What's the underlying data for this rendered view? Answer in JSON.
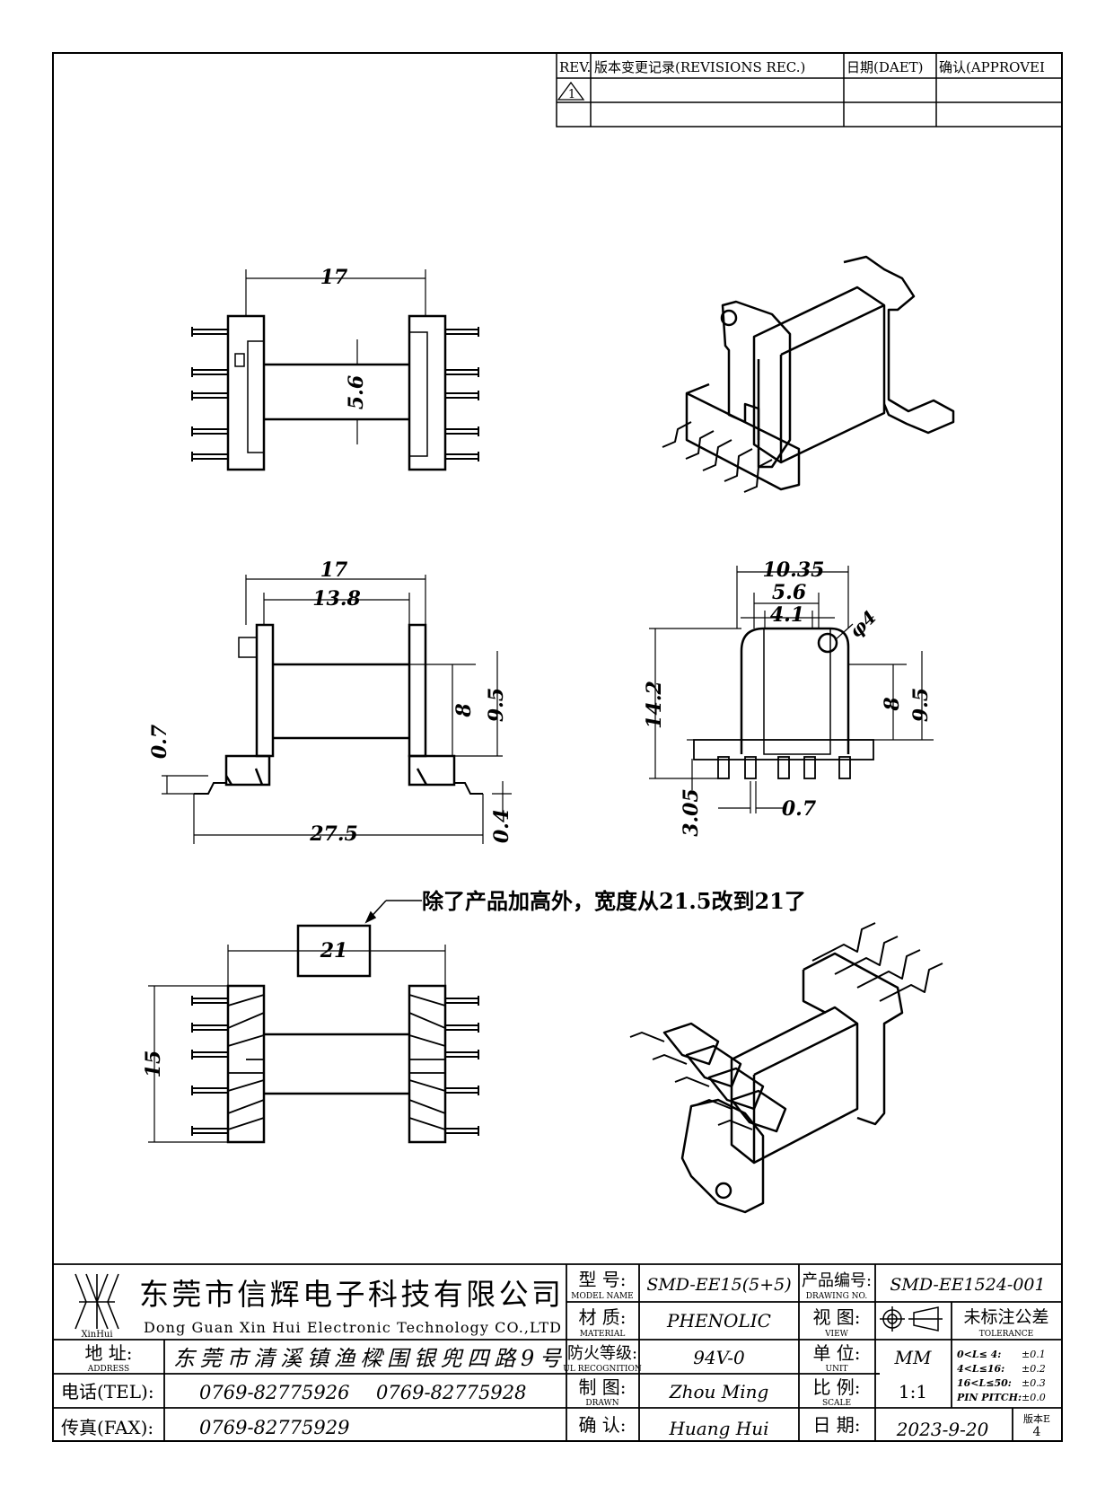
{
  "revisions": {
    "headers": [
      "REV.",
      "版本变更记录(REVISIONS REC.)",
      "日期(DAET)",
      "确认(APPROVEI"
    ],
    "rows": [
      {
        "rev": "1",
        "desc": "",
        "date": "",
        "approve": ""
      },
      {
        "rev": "",
        "desc": "",
        "date": "",
        "approve": ""
      }
    ]
  },
  "dimensions": {
    "top_width": "17",
    "top_gap": "5.6",
    "side_width": "17",
    "side_inner": "13.8",
    "side_h1": "8",
    "side_h2": "9.5",
    "side_off": "0.7",
    "side_base": "27.5",
    "side_foot": "0.4",
    "front_w1": "10.35",
    "front_w2": "5.6",
    "front_w3": "4.1",
    "front_hole": "φ4",
    "front_h": "14.2",
    "front_h1": "8",
    "front_h2": "9.5",
    "front_pin_h": "3.05",
    "front_pin_w": "0.7",
    "bottom_width": "21",
    "bottom_height": "15"
  },
  "note": "除了产品加高外，宽度从21.5改到21了",
  "title_block": {
    "company_cn": "东莞市信辉电子科技有限公司",
    "company_en": "Dong Guan Xin Hui Electronic Technology CO.,LTD",
    "logo_text": "XinHui",
    "address_label": "地  址:",
    "address_label_en": "ADDRESS",
    "address": "东莞市清溪镇渔樑围银兜四路9号",
    "tel_label": "电话(TEL):",
    "tel1": "0769-82775926",
    "tel2": "0769-82775928",
    "fax_label": "传真(FAX):",
    "fax": "0769-82775929",
    "model_label": "型  号:",
    "model_label_en": "MODEL NAME",
    "model": "SMD-EE15(5+5)",
    "material_label": "材  质:",
    "material_label_en": "MATERIAL",
    "material": "PHENOLIC",
    "ul_label": "防火等级:",
    "ul_label_en": "UL RECOGNITION",
    "ul": "94V-0",
    "drawn_label": "制  图:",
    "drawn_label_en": "DRAWN",
    "drawn": "Zhou Ming",
    "check_label": "确  认:",
    "check": "Huang Hui",
    "drawing_no_label": "产品编号:",
    "drawing_no_label_en": "DRAWING NO.",
    "drawing_no": "SMD-EE1524-001",
    "view_label": "视  图:",
    "view_label_en": "VIEW",
    "unit_label": "单  位:",
    "unit_label_en": "UNIT",
    "unit": "MM",
    "scale_label": "比  例:",
    "scale_label_en": "SCALE",
    "scale": "1:1",
    "date_label": "日  期:",
    "date": "2023-9-20",
    "version_label": "版本E",
    "version": "4",
    "tolerance_title": "未标注公差",
    "tolerance_en": "TOLERANCE",
    "tol_rows": [
      {
        "range": "0<L≤ 4:",
        "value": "±0.1"
      },
      {
        "range": "4<L≤16:",
        "value": "±0.2"
      },
      {
        "range": "16<L≤50:",
        "value": "±0.3"
      },
      {
        "range": "PIN PITCH:",
        "value": "±0.0"
      }
    ]
  }
}
